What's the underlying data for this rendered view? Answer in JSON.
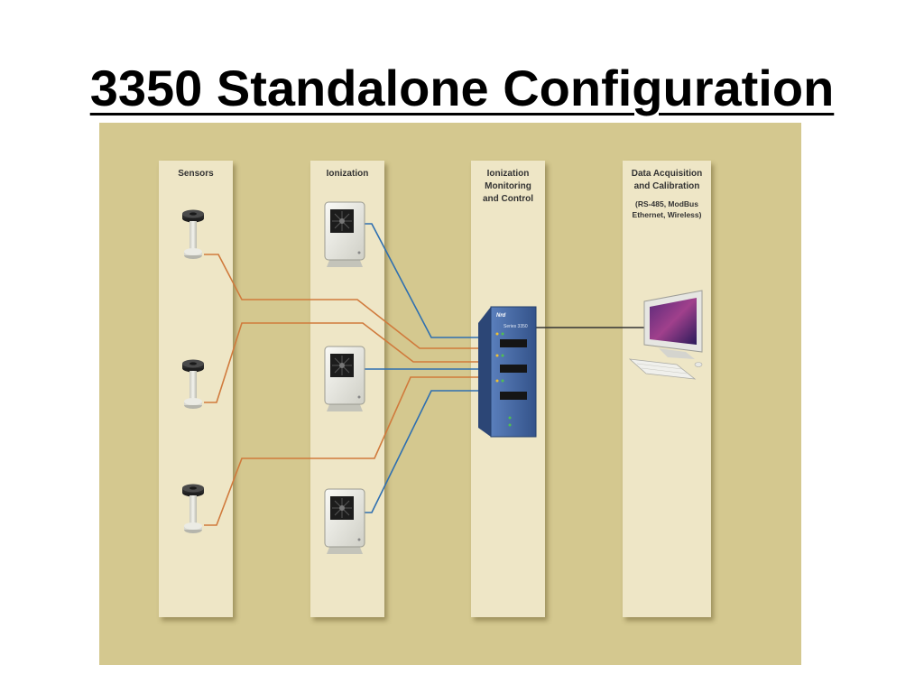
{
  "title": "3350 Standalone Configuration",
  "columns": {
    "sensors": {
      "header": "Sensors"
    },
    "ionization": {
      "header": "Ionization"
    },
    "monitoring": {
      "header_line1": "Ionization",
      "header_line2": "Monitoring",
      "header_line3": "and Control"
    },
    "daq": {
      "header_line1": "Data Acquisition",
      "header_line2": "and Calibration",
      "sub_line1": "(RS-485, ModBus",
      "sub_line2": "Ethernet, Wireless)"
    }
  },
  "controller": {
    "brand": "Nrd",
    "model": "Series 3350"
  },
  "colors": {
    "background": "#d4c88f",
    "column": "#eee6c6",
    "sensor_wire": "#d07a3c",
    "ionizer_wire": "#2e6fb0",
    "network_wire": "#333333",
    "controller_body": "#3d5f9a"
  },
  "icons": [
    "sensor-icon",
    "ionizer-icon",
    "controller-icon",
    "computer-icon"
  ]
}
